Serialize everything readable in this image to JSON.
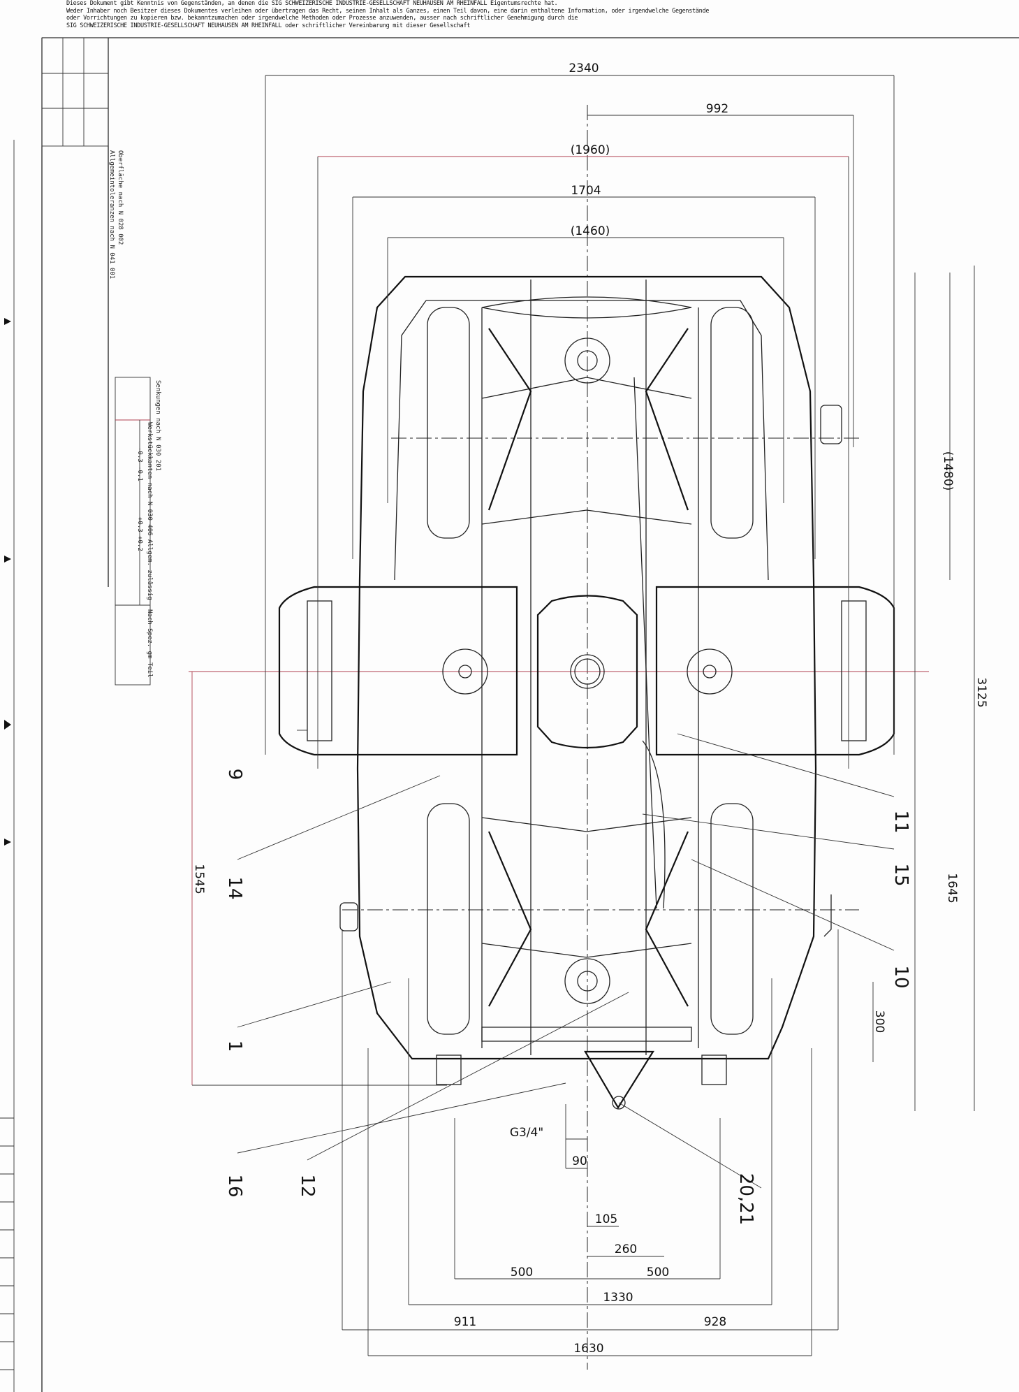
{
  "header": {
    "notice_lines": [
      "Dieses Dokument gibt Kenntnis von Gegenständen, an denen die SIG SCHWEIZERISCHE INDUSTRIE-GESELLSCHAFT NEUHAUSEN AM RHEINFALL Eigentumsrechte hat.",
      "Weder Inhaber noch Besitzer dieses Dokumentes verleihen oder übertragen das Recht, seinen Inhalt als Ganzes, einen Teil davon, eine darin enthaltene Information, oder irgendwelche Gegenstände",
      "oder Vorrichtungen zu kopieren bzw. bekanntzumachen oder irgendwelche Methoden oder Prozesse anzuwenden, ausser nach schriftlicher Genehmigung durch die",
      "SIG SCHWEIZERISCHE INDUSTRIE-GESELLSCHAFT NEUHAUSEN AM RHEINFALL  oder schriftlicher Vereinbarung mit dieser Gesellschaft"
    ]
  },
  "notes": {
    "general_tolerances": "Allgemeintoleranzen nach N 041 001",
    "surface": "Oberfläche nach N 028 002",
    "countersinks_label": "Senkungen nach N 030 201",
    "edge_label": "Werkstückkanten nach N 030 406 Allgem. zulässig",
    "edge_tol_1": "-0.3 -0.1",
    "edge_tol_2": "+0.3 +0.2",
    "spec_label": "Nach Spez. gm Teil"
  },
  "dimensions": {
    "d2340": "2340",
    "d992": "992",
    "d1960": "(1960)",
    "d1704": "1704",
    "d1460": "(1460)",
    "d1480": "(1480)",
    "d3125": "3125",
    "d1645": "1645",
    "d300": "300",
    "d1545": "1545",
    "g34": "G3/4\"",
    "d90": "90",
    "d105": "105",
    "d260": "260",
    "d500a": "500",
    "d500b": "500",
    "d1330": "1330",
    "d911": "911",
    "d928": "928",
    "d1630": "1630"
  },
  "parts": {
    "p9": "9",
    "p14": "14",
    "p1": "1",
    "p16": "16",
    "p12": "12",
    "p2021": "20,21",
    "p11": "11",
    "p15": "15",
    "p10": "10"
  }
}
